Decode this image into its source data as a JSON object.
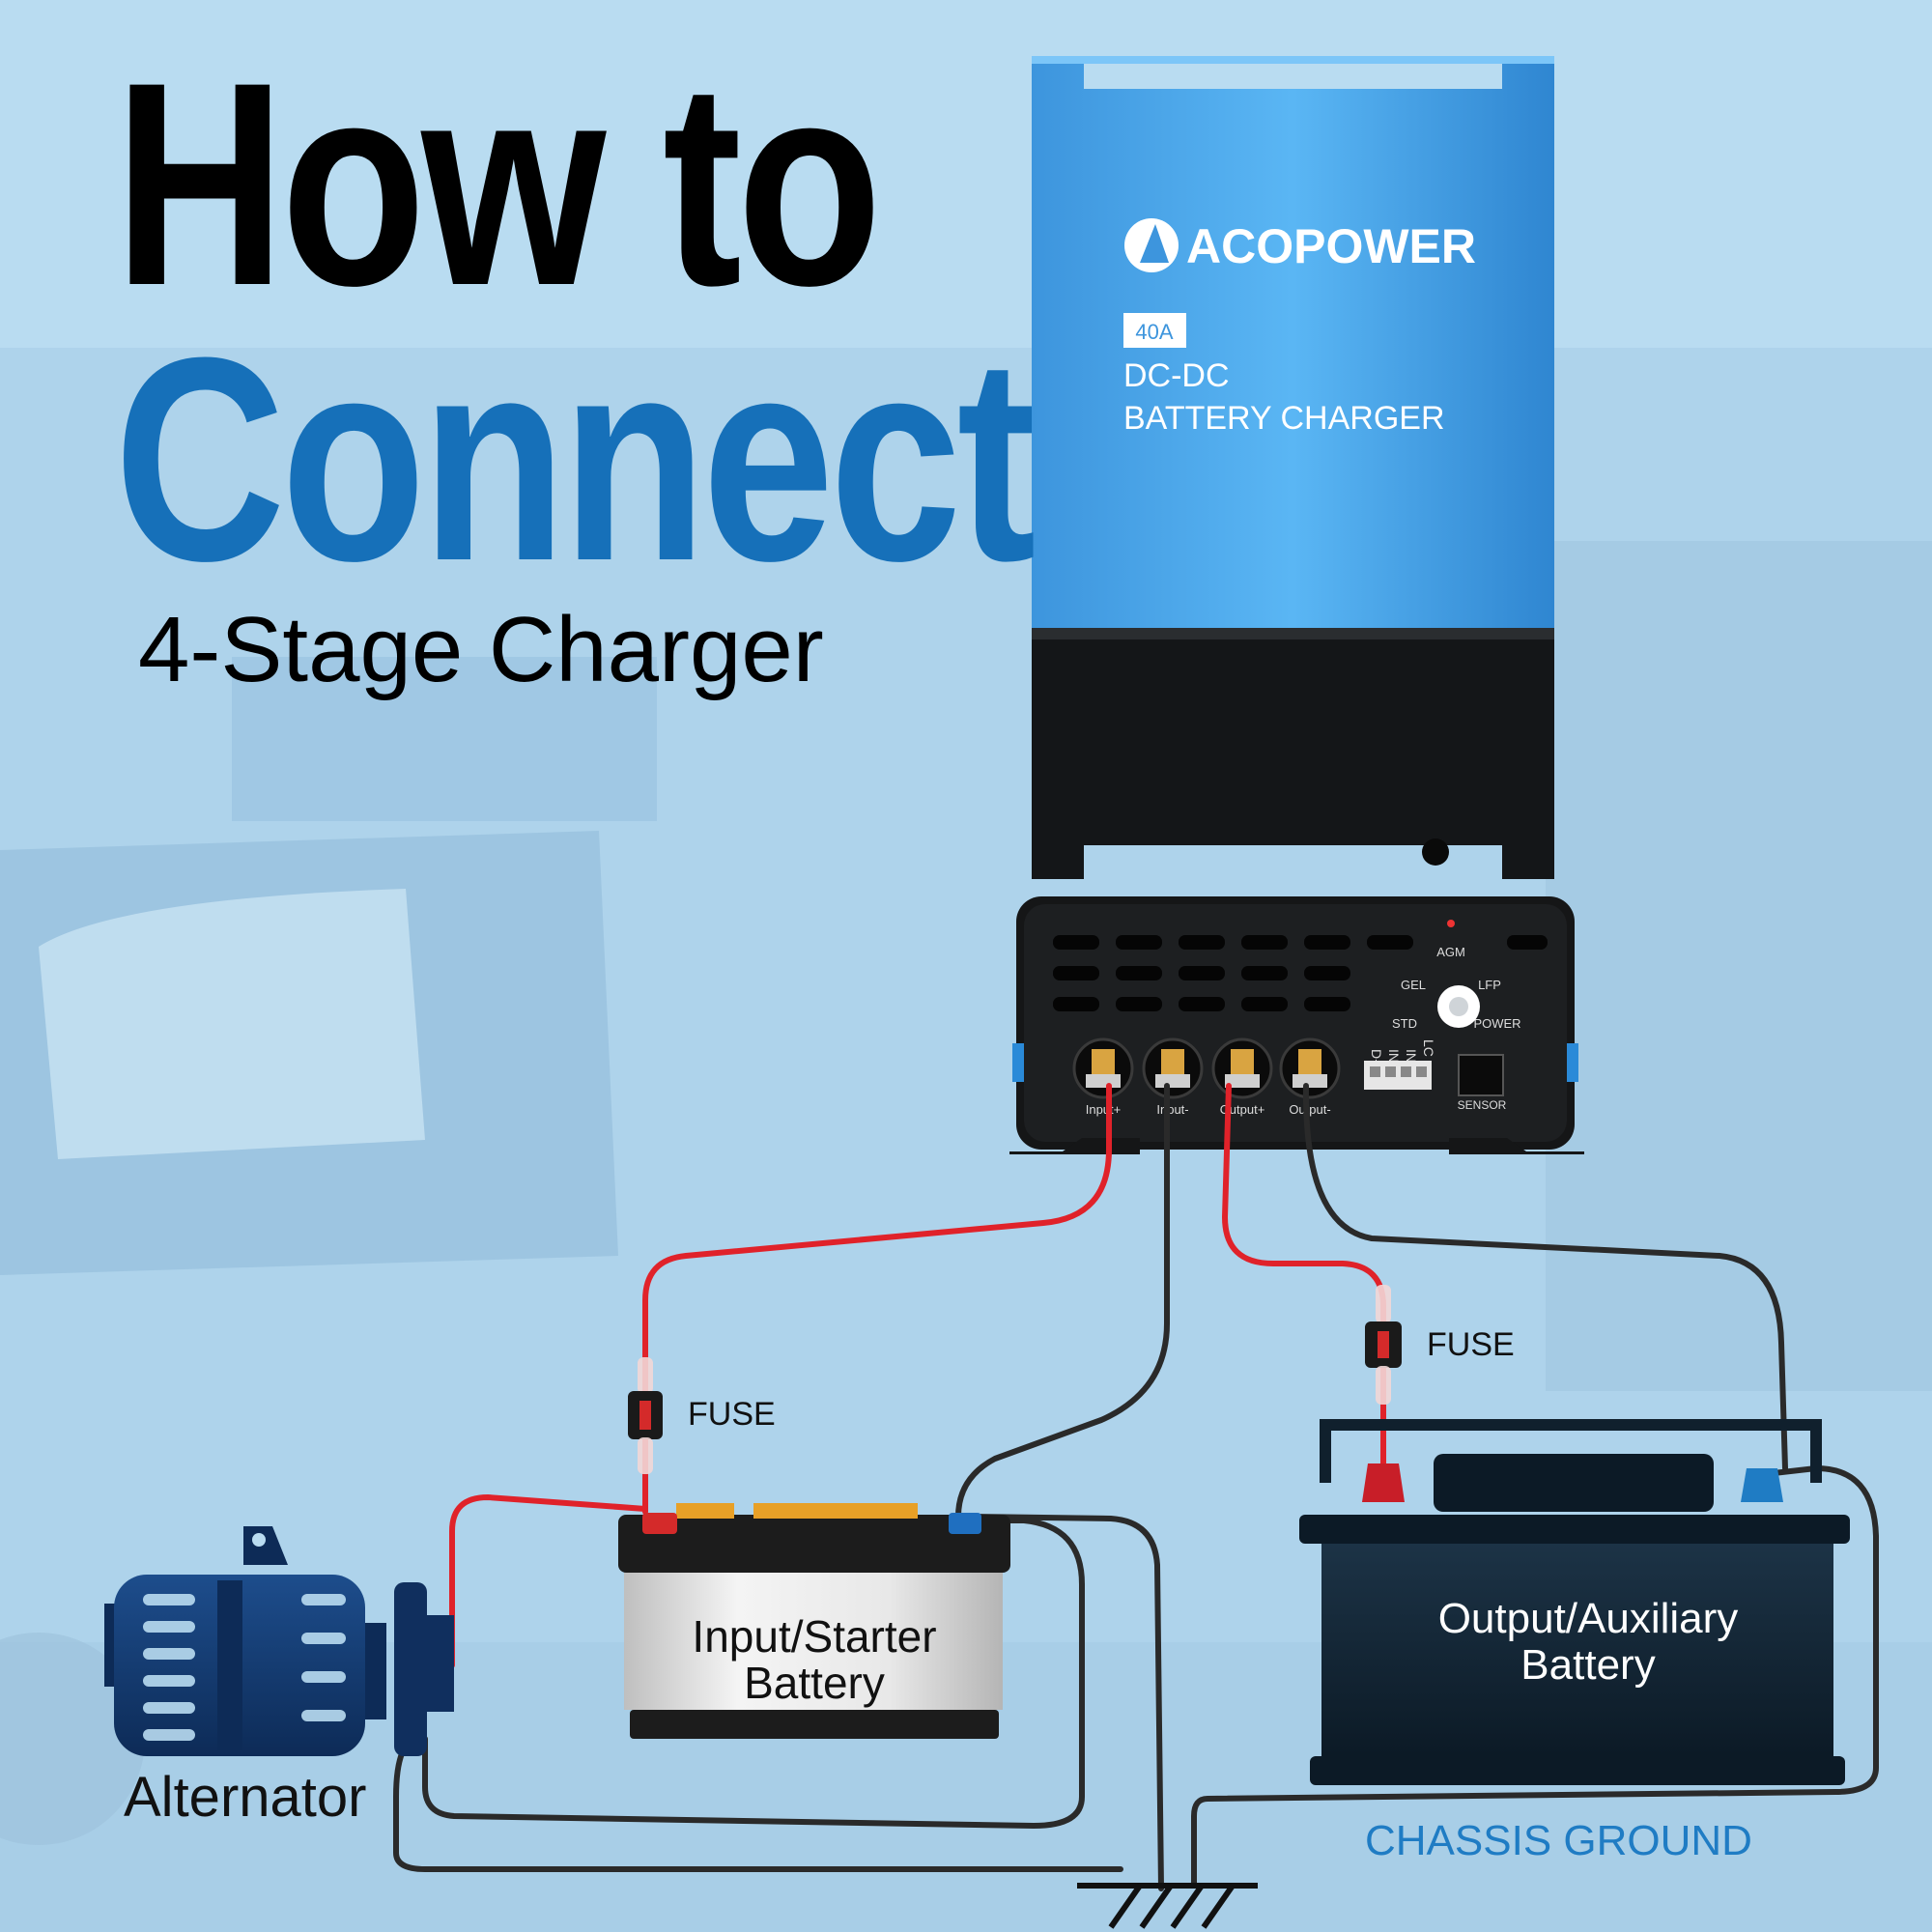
{
  "headline": {
    "line1": "How to",
    "line2": "Connect",
    "line3": "4-Stage Charger"
  },
  "charger": {
    "brand": "ACOPOWER",
    "rating_badge": "40A",
    "model_line1": "DC-DC",
    "model_line2": "BATTERY CHARGER",
    "mode_labels": {
      "agm": "AGM",
      "gel": "GEL",
      "lfp": "LFP",
      "std": "STD",
      "power": "POWER"
    },
    "terminals": [
      "Input+",
      "Input-",
      "Output+",
      "Output-"
    ],
    "signal_pins": [
      "D+",
      "IN+",
      "IN-",
      "LC"
    ],
    "sensor_label": "SENSOR"
  },
  "diagram": {
    "fuse_left": "FUSE",
    "fuse_right": "FUSE",
    "starter_battery_line1": "Input/Starter",
    "starter_battery_line2": "Battery",
    "aux_battery_line1": "Output/Auxiliary",
    "aux_battery_line2": "Battery",
    "alternator": "Alternator",
    "chassis_ground": "CHASSIS GROUND"
  },
  "colors": {
    "background": "#b9dcf1",
    "charger_blue": "#4aa9ee",
    "headline_blue": "#1670b9",
    "positive_wire": "#e0222a",
    "negative_wire": "#2a2a2a",
    "chassis_ground_text": "#1f7cc4"
  }
}
